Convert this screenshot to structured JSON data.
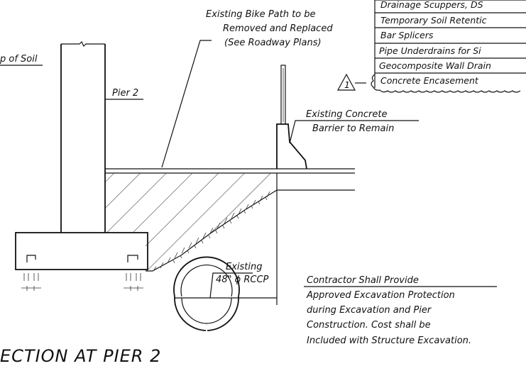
{
  "table_rows": [
    "Drainage Scuppers, DS",
    "Temporary Soil Retentic",
    "Bar Splicers",
    "Pipe Underdrains for Si",
    "Geocomposite Wall Drain",
    "Concrete Encasement"
  ],
  "revision_marker": "1",
  "labels": {
    "top_of_soil": "p of Soil",
    "pier": "Pier 2",
    "bike_path": [
      "Existing Bike Path to be",
      "Removed and Replaced",
      "(See Roadway Plans)"
    ],
    "barrier": [
      "Existing Concrete",
      "Barrier to Remain"
    ],
    "pipe": [
      "Existing",
      "48\" ϕ RCCP"
    ],
    "contractor_note": [
      "Contractor Shall Provide",
      "Approved Excavation Protection",
      "during Excavation and Pier",
      "Construction. Cost shall be",
      "Included with Structure Excavation."
    ]
  },
  "title": "ECTION AT PIER 2"
}
